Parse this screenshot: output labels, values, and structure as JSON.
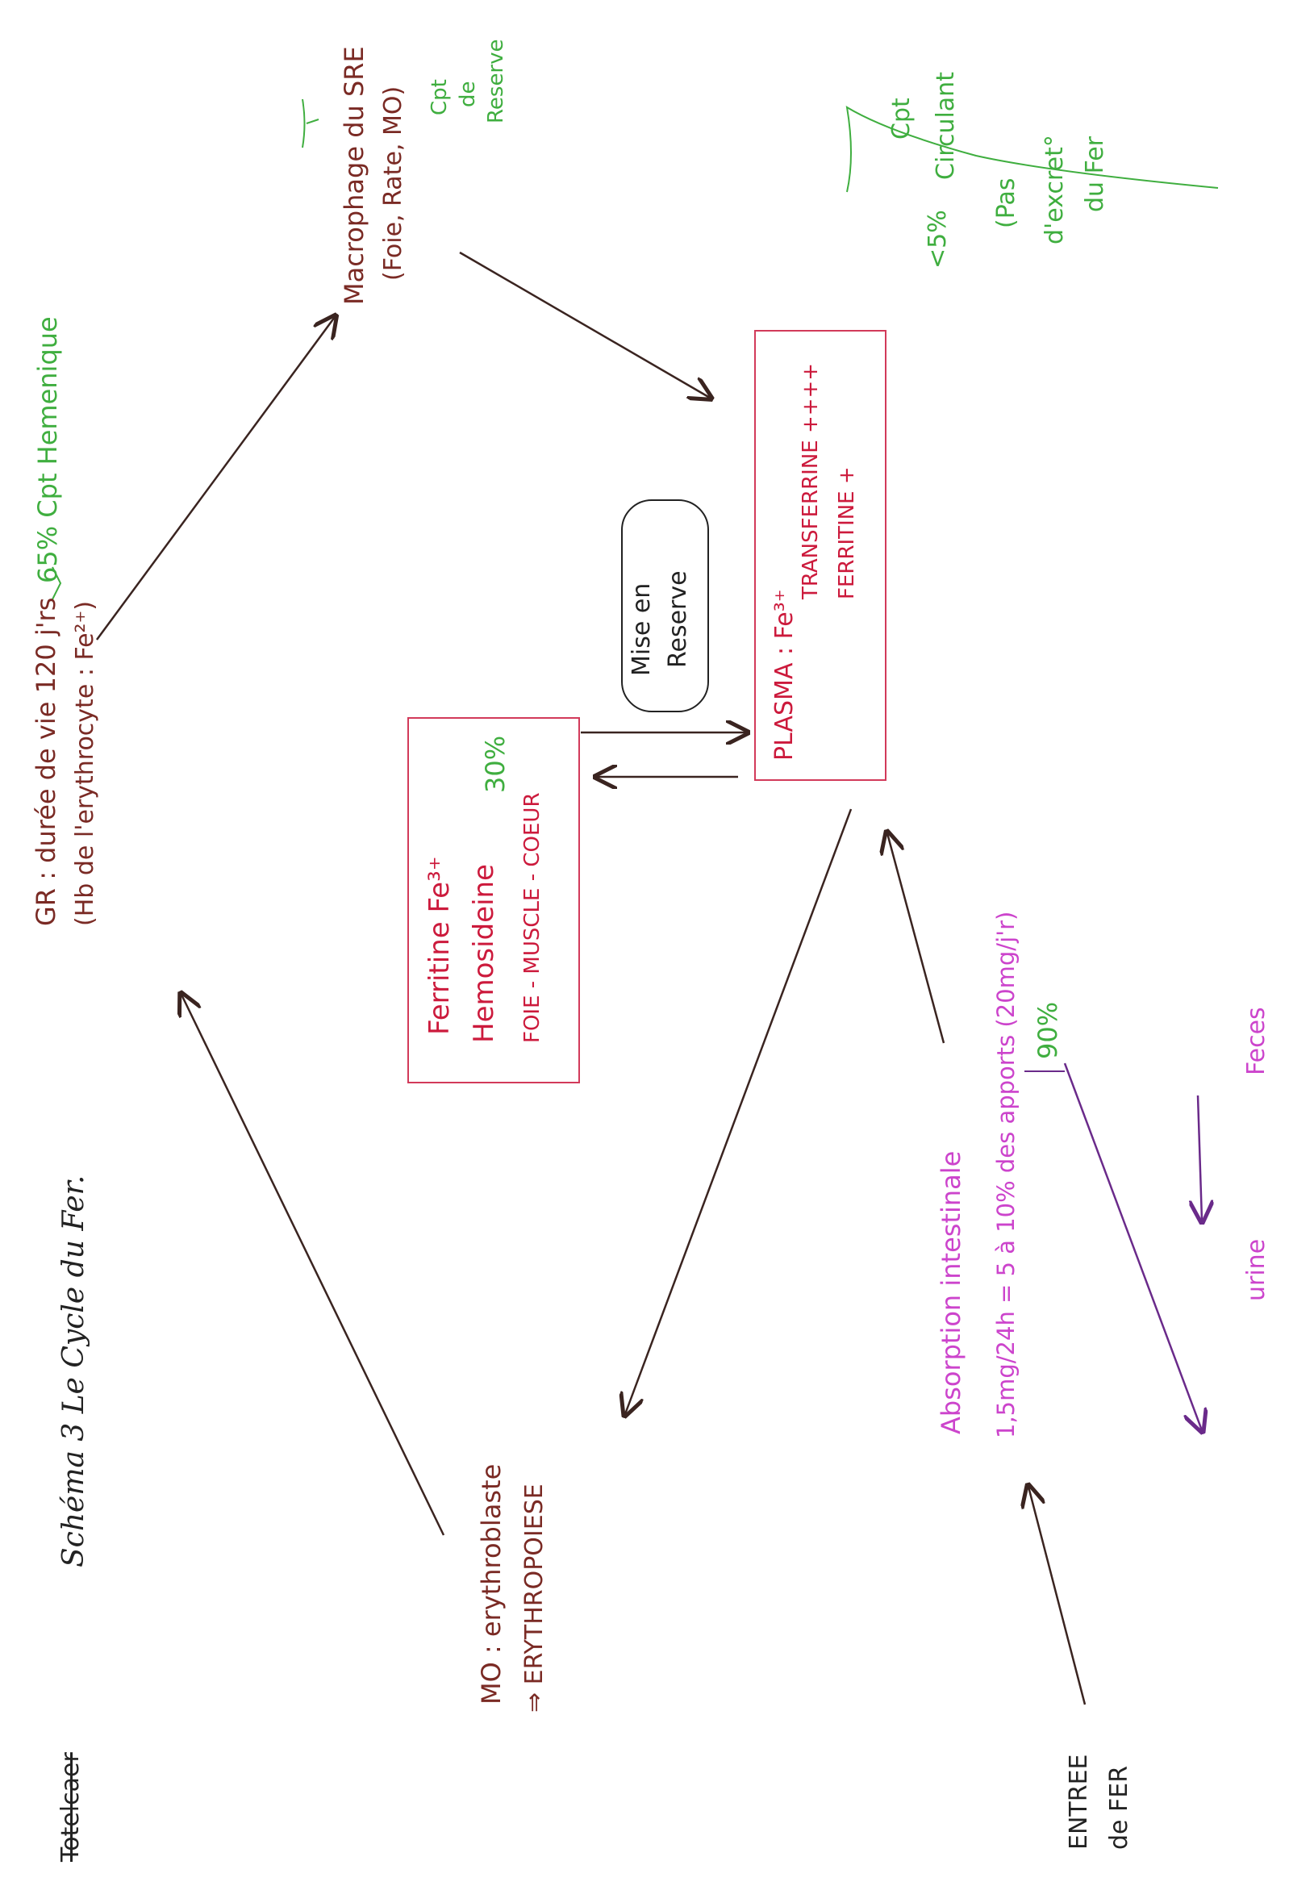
{
  "header": {
    "scribble": "Totelcaer",
    "title": "Schéma 3 Le Cycle du Fer."
  },
  "gr": {
    "line1": "GR : durée de vie 120 j'rs",
    "line2": "(Hb de l'erythrocyte : Fe²⁺)"
  },
  "pct_heme": "65% Cpt Hemenique",
  "macrophage": {
    "line1": "Macrophage du SRE",
    "line2": "(Foie, Rate, MO)"
  },
  "reserve_cpt": [
    "Cpt",
    "de",
    "Reserve"
  ],
  "circulant": {
    "pct": "<5%",
    "lines": [
      "Cpt",
      "Circulant",
      "(Pas",
      "d'excret°",
      "du Fer"
    ]
  },
  "ferritine_box": {
    "line1": "Ferritine Fe³⁺",
    "line2": "Hemosideine",
    "pct": "30%",
    "line3": "FOIE - MUSCLE - COEUR"
  },
  "cloud_label": [
    "Mise en",
    "Reserve"
  ],
  "plasma_box": {
    "line1": "PLASMA : Fe³⁺",
    "line2": "TRANSFERRINE ++++",
    "line3": "FERRITINE +"
  },
  "mo": {
    "line1": "MO : erythroblaste",
    "line2": "⇒ ERYTHROPOIESE"
  },
  "absorption": {
    "line1": "Absorption intestinale",
    "line2": "1,5mg/24h = 5 à 10% des apports (20mg/j'r)"
  },
  "feces_pct": "90%",
  "feces": "Feces",
  "urine": "urine",
  "entree": [
    "ENTREE",
    "de FER"
  ],
  "colors": {
    "brown": "#7a2a24",
    "green": "#3fae3f",
    "red": "#cc1a3c",
    "purple": "#cc44cc",
    "arrow_dark": "#3a2420",
    "arrow_purple": "#6a2a8a"
  }
}
